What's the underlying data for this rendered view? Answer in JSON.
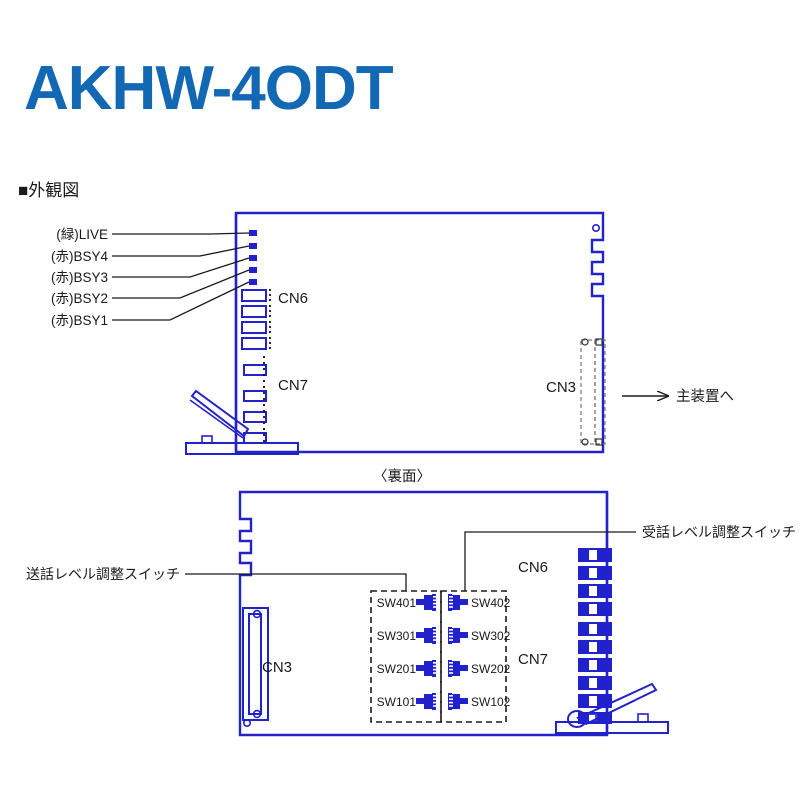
{
  "page": {
    "title": "AKHW-4ODT",
    "section_heading": "■外観図",
    "colors": {
      "title_blue": "#1268b3",
      "diagram_blue": "#2222cc",
      "line_black": "#1a1a1a",
      "background": "#ffffff"
    }
  },
  "front_view": {
    "led_labels": [
      "(緑)LIVE",
      "(赤)BSY4",
      "(赤)BSY3",
      "(赤)BSY2",
      "(赤)BSY1"
    ],
    "connectors": [
      {
        "name": "CN6"
      },
      {
        "name": "CN7"
      },
      {
        "name": "CN3"
      }
    ],
    "callout": "主装置へ"
  },
  "divider_label": "〈裏面〉",
  "rear_view": {
    "callouts": {
      "left": "送話レベル調整スイッチ",
      "right": "受話レベル調整スイッチ"
    },
    "connectors": [
      {
        "name": "CN3"
      },
      {
        "name": "CN6"
      },
      {
        "name": "CN7"
      }
    ],
    "switch_rows": [
      {
        "left": "SW401",
        "right": "SW402"
      },
      {
        "left": "SW301",
        "right": "SW302"
      },
      {
        "left": "SW201",
        "right": "SW202"
      },
      {
        "left": "SW101",
        "right": "SW102"
      }
    ]
  }
}
